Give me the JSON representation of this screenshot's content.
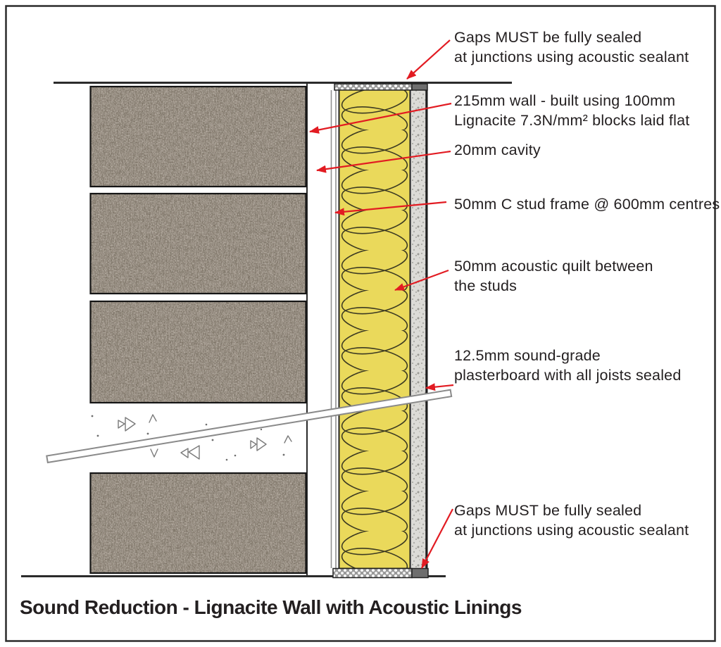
{
  "figure": {
    "title": "Sound Reduction - Lignacite Wall with Acoustic Linings"
  },
  "annotations": {
    "top_seal": {
      "line1": "Gaps MUST be fully sealed",
      "line2": "at junctions using acoustic sealant"
    },
    "wall": {
      "line1": "215mm wall - built using 100mm",
      "line2": "Lignacite 7.3N/mm² blocks laid flat"
    },
    "cavity": {
      "line1": "20mm cavity"
    },
    "stud_frame": {
      "line1": "50mm C stud frame @ 600mm centres"
    },
    "quilt": {
      "line1": "50mm acoustic quilt between",
      "line2": "the studs"
    },
    "plasterboard": {
      "line1": "12.5mm sound-grade",
      "line2": "plasterboard with all joists sealed"
    },
    "bottom_seal": {
      "line1": "Gaps MUST be fully sealed",
      "line2": "at junctions using acoustic sealant"
    }
  },
  "colors": {
    "accent-red": "#e21b22",
    "ink": "#231f20",
    "quilt-yellow": "#ead95b",
    "block-brown": "#7b7063",
    "plasterboard-grey": "#dcdbd7",
    "sealant-grey": "#9a9a9a",
    "line-dark": "#2b2b2b",
    "joist-grey": "#8a8a8a"
  }
}
